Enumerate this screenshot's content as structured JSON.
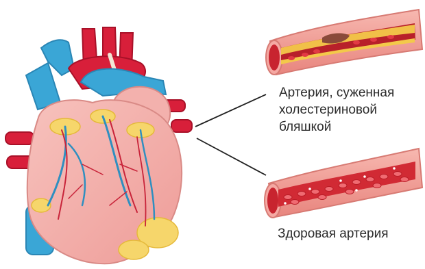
{
  "labels": {
    "narrowed_artery": [
      "Артерия, суженная",
      "холестериновой",
      "бляшкой"
    ],
    "healthy_artery": "Здоровая артерия"
  },
  "icons": {
    "heart": "heart-illustration-icon",
    "narrowed_artery": "artery-with-plaque-icon",
    "healthy_artery": "healthy-artery-icon"
  },
  "colors": {
    "vena_blue": "#3aa6d6",
    "aorta_red": "#d81f3a",
    "myocardium": "#f5b3b0",
    "fat": "#f6d66b",
    "vessel_wall": "#f29a91",
    "blood_cell": "#e23a44",
    "plaque": "#f3c94a"
  }
}
